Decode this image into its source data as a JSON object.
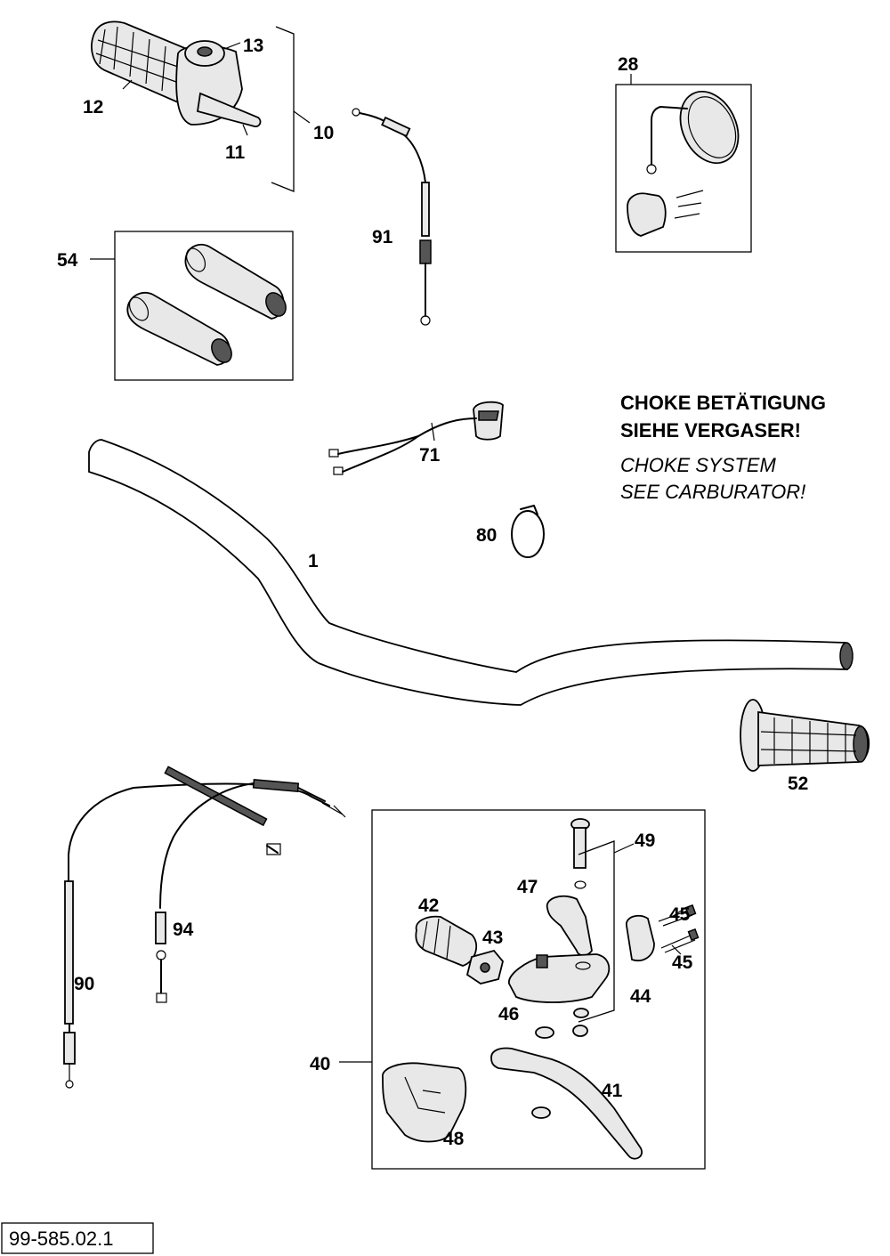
{
  "labels": {
    "p1": "1",
    "p10": "10",
    "p11": "11",
    "p12": "12",
    "p13": "13",
    "p28": "28",
    "p40": "40",
    "p41": "41",
    "p42": "42",
    "p43": "43",
    "p44": "44",
    "p45a": "45",
    "p45b": "45",
    "p46": "46",
    "p47": "47",
    "p48": "48",
    "p49": "49",
    "p52": "52",
    "p54": "54",
    "p71": "71",
    "p80": "80",
    "p90": "90",
    "p91": "91",
    "p94": "94"
  },
  "note": {
    "de_line1": "CHOKE BETÄTIGUNG",
    "de_line2": "SIEHE VERGASER!",
    "en_line1": "CHOKE SYSTEM",
    "en_line2": "SEE CARBURATOR!"
  },
  "drawing_number": "99-585.02.1"
}
